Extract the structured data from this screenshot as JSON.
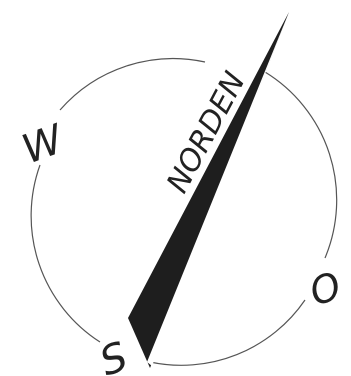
{
  "compass": {
    "north_label": "NORDEN",
    "west_label": "W",
    "east_label": "O",
    "south_label": "S"
  },
  "colors": {
    "needle": "#1e1e1e",
    "needle_highlight": "#ffffff",
    "circle": "#555555",
    "text": "#222222"
  }
}
